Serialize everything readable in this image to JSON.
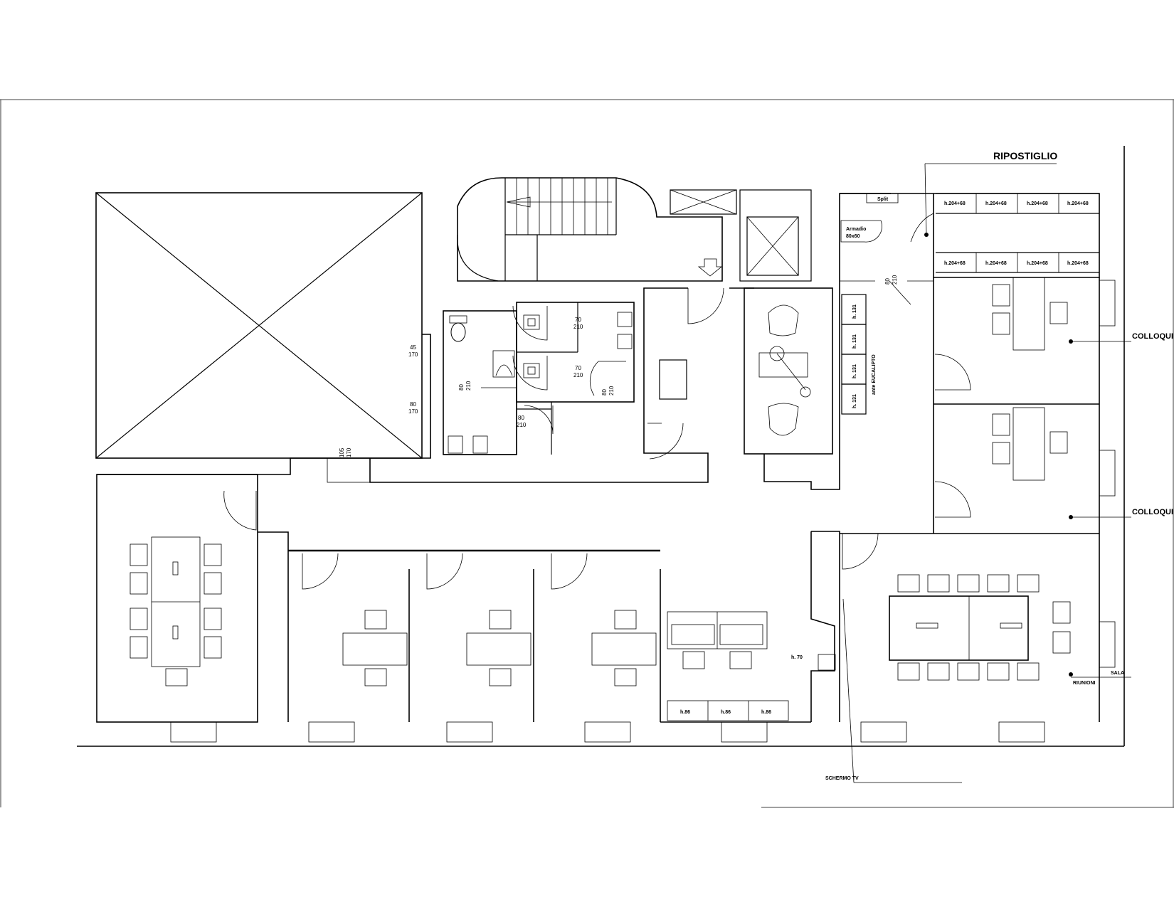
{
  "labels": {
    "ripostiglio": "RIPOSTIGLIO",
    "colloqui_1": "COLLOQUI",
    "colloqui_2": "COLLOQUI",
    "sala": "SALA",
    "riunioni": "RIUNIONI",
    "schermo_tv": "SCHERMO TV",
    "split": "Split",
    "armadio_1": "Armadio",
    "armadio_2": "80x60",
    "ante_eucalipto": "ante EUCALIPTO",
    "h70": "h. 70"
  },
  "wardrobe_top": [
    "h.204+68",
    "h.204+68",
    "h.204+68",
    "h.204+68"
  ],
  "wardrobe_bottom": [
    "h.204+68",
    "h.204+68",
    "h.204+68",
    "h.204+68"
  ],
  "cabinets_h131": [
    "h. 131",
    "h. 131",
    "h. 131",
    "h. 131"
  ],
  "cabinets_h86": [
    "h.86",
    "h.86",
    "h.86"
  ],
  "openings": {
    "w1": [
      "45",
      "170"
    ],
    "w2": [
      "80",
      "170"
    ],
    "w3": [
      "105",
      "170"
    ],
    "d_wc_a": [
      "70",
      "210"
    ],
    "d_wc_b": [
      "70",
      "210"
    ],
    "d_disabled": [
      "80",
      "210"
    ],
    "d_bath_entry": [
      "80",
      "210"
    ],
    "d_wc_side": [
      "80",
      "210"
    ],
    "d_storage": [
      "80",
      "210"
    ]
  }
}
